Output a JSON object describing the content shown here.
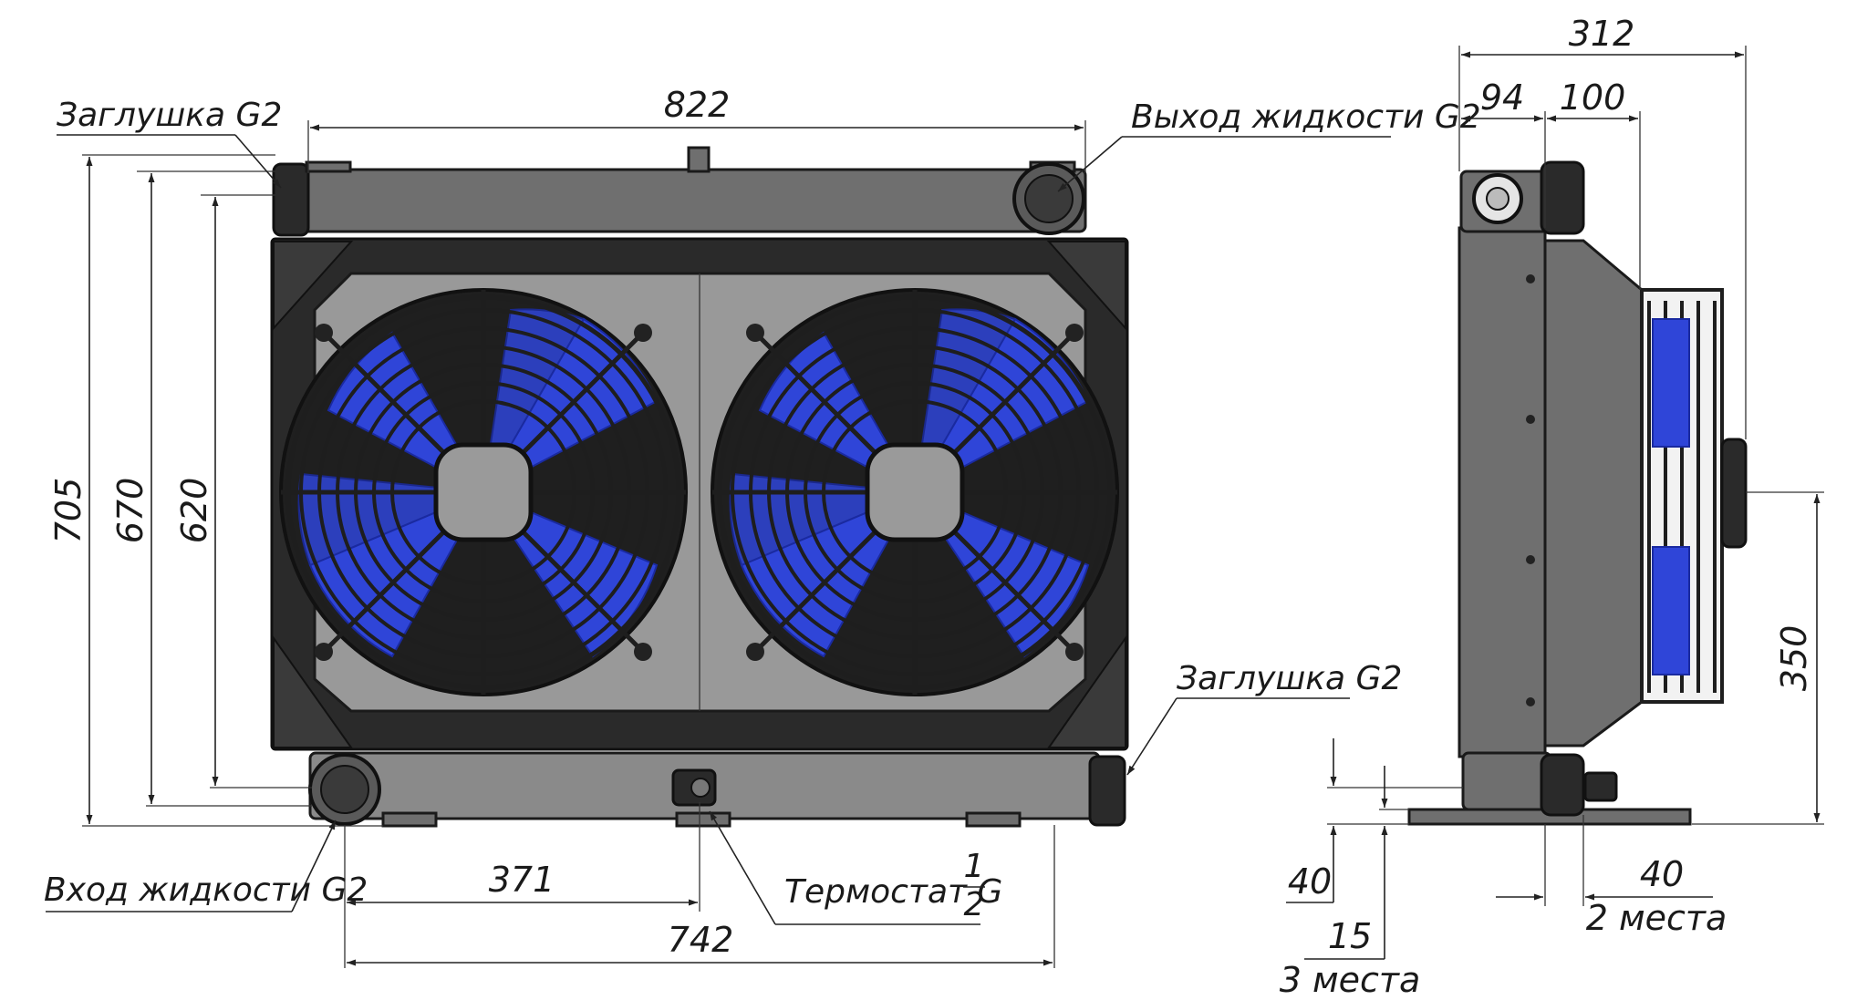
{
  "dimensions": {
    "width_overall": "822",
    "width_base": "742",
    "thermostat_offset": "371",
    "height_overall": "705",
    "height_670": "670",
    "height_620": "620",
    "depth_overall": "312",
    "depth_94": "94",
    "depth_100": "100",
    "side_height_350": "350",
    "foot_40_left": "40",
    "foot_15": "15",
    "foot_15_note": "3 места",
    "foot_40_right": "40",
    "foot_40_right_note": "2 места"
  },
  "labels": {
    "plug_top": "Заглушка G2",
    "outlet": "Выход жидкости G2",
    "plug_bottom": "Заглушка G2",
    "inlet": "Вход жидкости G2",
    "thermostat_prefix": "Термостат G",
    "thermostat_num": "1",
    "thermostat_den": "2"
  },
  "colors": {
    "body": "#6f6f6f",
    "panel": "#999999",
    "blade": "#2f45d8",
    "line": "#1a1a1a"
  }
}
